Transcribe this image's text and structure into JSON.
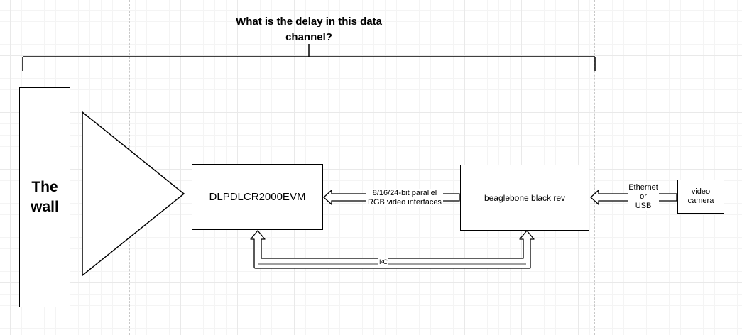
{
  "title": "What is the delay in this data channel?",
  "wall": {
    "line1": "The",
    "line2": "wall"
  },
  "dlp_box": {
    "label": "DLPDLCR2000EVM"
  },
  "bb_box": {
    "label": "beaglebone black rev"
  },
  "camera_box": {
    "line1": "video",
    "line2": "camera"
  },
  "rgb_link": {
    "line1": "8/16/24-bit parallel",
    "line2": "RGB video interfaces"
  },
  "eth_link": {
    "line1": "Ethernet",
    "line2": "or",
    "line3": "USB"
  },
  "i2c_link": {
    "label": "I²C"
  },
  "colors": {
    "stroke": "#000000",
    "grid": "#e9e9e9",
    "dashed_guide": "#c8c8c8",
    "background": "#ffffff"
  }
}
